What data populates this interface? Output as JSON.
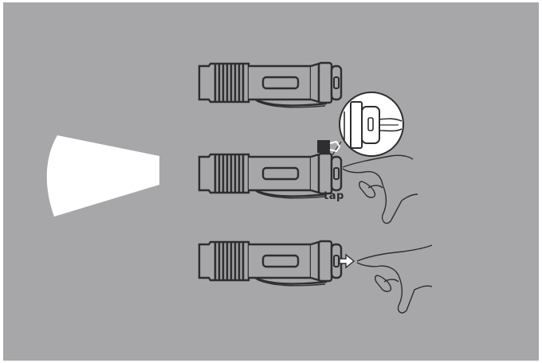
{
  "figure": {
    "tap_label": "tap",
    "colors": {
      "background": "#a7a7a9",
      "ink": "#2e2e2e",
      "beam": "#ffffff",
      "indicator": "#2e2e2e"
    },
    "steps": [
      {
        "state": "off"
      },
      {
        "state": "on",
        "action": "tap"
      },
      {
        "state": "release"
      }
    ]
  }
}
